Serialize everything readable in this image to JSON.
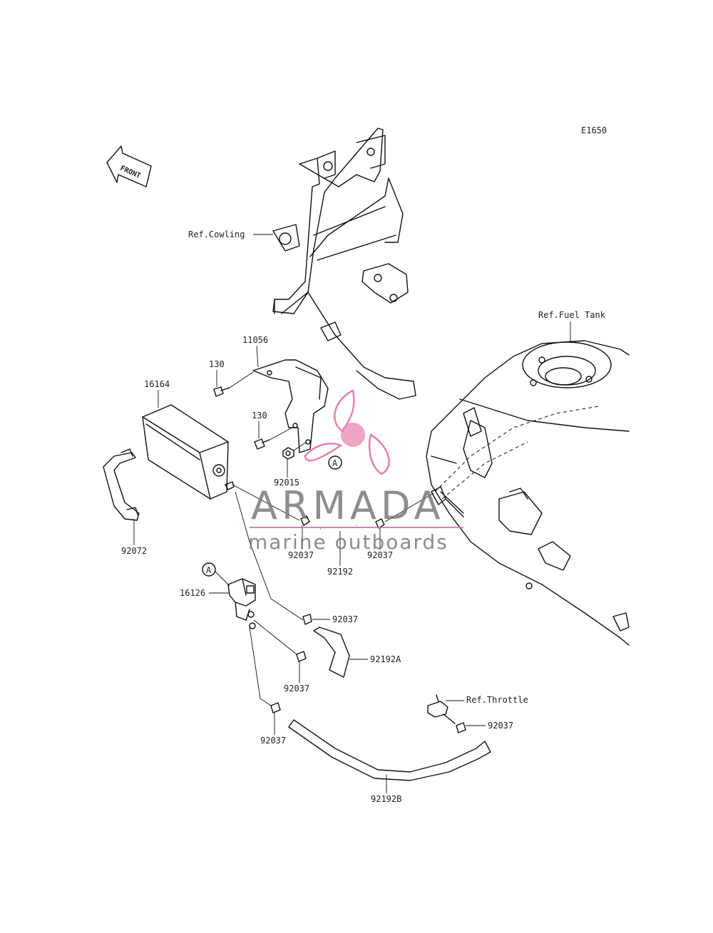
{
  "diagram_code": "E1650",
  "front_arrow": "FRONT",
  "labels": {
    "ref_cowling": "Ref.Cowling",
    "ref_fuel_tank": "Ref.Fuel Tank",
    "ref_throttle": "Ref.Throttle",
    "p11056": "11056",
    "p130_a": "130",
    "p130_b": "130",
    "p16164": "16164",
    "p92015": "92015",
    "p92072": "92072",
    "p92037_a": "92037",
    "p92037_b": "92037",
    "p92192": "92192",
    "p16126": "16126",
    "p92037_c": "92037",
    "p92192A": "92192A",
    "p92037_d": "92037",
    "p92037_e": "92037",
    "p92037_f": "92037",
    "p92192B": "92192B",
    "marker_a1": "A",
    "marker_a2": "A"
  },
  "watermark": {
    "brand": "ARMADA",
    "tagline": "marine outboards",
    "accent_color": "#e36aa0"
  }
}
